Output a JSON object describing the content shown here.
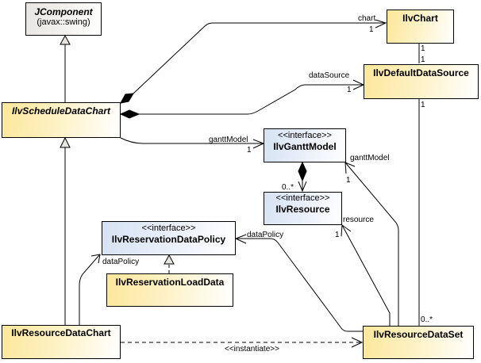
{
  "classes": {
    "jcomponent": {
      "name": "JComponent",
      "package": "(javax::swing)"
    },
    "schedule_data_chart": {
      "name": "IlvScheduleDataChart"
    },
    "chart": {
      "name": "IlvChart"
    },
    "default_data_source": {
      "name": "IlvDefaultDataSource"
    },
    "gantt_model": {
      "stereotype": "<<interface>>",
      "name": "IlvGanttModel"
    },
    "resource": {
      "stereotype": "<<interface>>",
      "name": "IlvResource"
    },
    "reservation_data_policy": {
      "stereotype": "<<interface>>",
      "name": "IlvReservationDataPolicy"
    },
    "reservation_load_data": {
      "name": "IlvReservationLoadData"
    },
    "resource_data_chart": {
      "name": "IlvResourceDataChart"
    },
    "resource_data_set": {
      "name": "IlvResourceDataSet"
    }
  },
  "labels": {
    "chart_role": "chart",
    "chart_mult": "1",
    "chart_ds_mult_top": "1",
    "chart_ds_mult_bottom": "1",
    "datasource_role": "dataSource",
    "datasource_mult": "1",
    "ds_dataset_mult_top": "1",
    "ds_dataset_mult_bottom": "0..*",
    "ganttmodel_role": "ganttModel",
    "ganttmodel_mult": "1",
    "resource_comp_mult": "0..*",
    "dataset_ganttmodel_role": "ganttModel",
    "dataset_ganttmodel_mult": "1",
    "dataset_resource_role": "resource",
    "dataset_resource_mult": "1",
    "dataset_policy_role": "dataPolicy",
    "chart_policy_role": "dataPolicy",
    "instantiate": "<<instantiate>>"
  }
}
